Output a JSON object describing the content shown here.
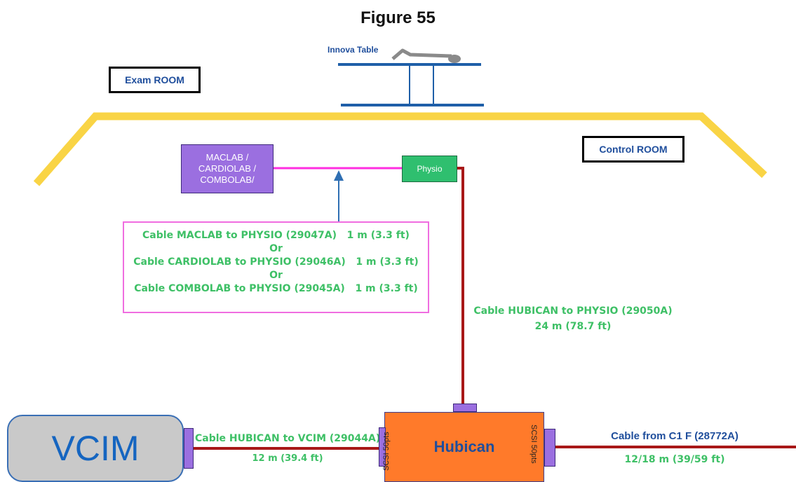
{
  "figure": {
    "title": "Figure 55"
  },
  "table": {
    "label": "Innova Table"
  },
  "rooms": {
    "exam": "Exam ROOM",
    "control": "Control ROOM"
  },
  "devices": {
    "maclab_lines": [
      "MACLAB /",
      "CARDIOLAB /",
      "COMBOLAB/"
    ],
    "physio": "Physio",
    "vcim": "VCIM",
    "hubican": "Hubican",
    "scsi_left": "SCSI 50pts",
    "scsi_right": "SCSI 50pts"
  },
  "cable_options": {
    "rows": [
      {
        "text": "Cable MACLAB to PHYSIO (29047A)",
        "length": "1 m (3.3 ft)"
      },
      {
        "text": "Or"
      },
      {
        "text": "Cable CARDIOLAB to PHYSIO (29046A)",
        "length": "1 m (3.3 ft)"
      },
      {
        "text": "Or"
      },
      {
        "text": "Cable COMBOLAB to PHYSIO (29045A)",
        "length": "1 m (3.3 ft)"
      }
    ]
  },
  "cables": {
    "hubican_physio": {
      "name": "Cable HUBICAN to PHYSIO (29050A)",
      "length": "24 m (78.7 ft)"
    },
    "hubican_vcim": {
      "name": "Cable HUBICAN to VCIM (29044A)",
      "length": "12 m (39.4 ft)"
    },
    "c1f": {
      "name": "Cable from C1 F (28772A)",
      "length": "12/18 m (39/59 ft)"
    }
  },
  "colors": {
    "wall": "#f9d445",
    "table": "#1f5fa8",
    "cable_red": "#a81818",
    "cable_magenta": "#ff2ee0",
    "arrow_blue": "#2f6fb3"
  }
}
